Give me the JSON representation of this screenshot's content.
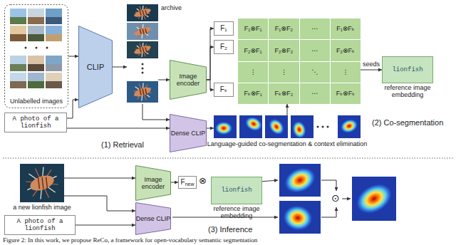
{
  "diagram": {
    "caption": "Figure 2: In this work, we propose ReCo, a framework for open-vocabulary semantic segmentation",
    "nodes": [
      {
        "text": [
          "Unlabelled images"
        ]
      },
      {
        "text": [
          "A photo of a lionfish"
        ]
      },
      {
        "text": [
          "CLIP"
        ]
      },
      {
        "text": [
          "archive"
        ]
      },
      {
        "text": [
          "Image encoder"
        ]
      },
      {
        "text": [
          "F₁"
        ]
      },
      {
        "text": [
          "F₂"
        ]
      },
      {
        "text": [
          "Fₖ"
        ]
      },
      {
        "text": [
          "F₁⊗F₁",
          "F₁⊗F₂",
          "⋯",
          "F₁⊗Fₖ",
          "F₂⊗F₁",
          "F₂⊗F₂",
          "⋯",
          "F₂⊗Fₖ",
          "⋮",
          "⋮",
          "⋱",
          "⋮",
          "Fₖ⊗F₁",
          "Fₖ⊗F₂",
          "⋯",
          "Fₖ⊗Fₖ"
        ]
      },
      {
        "text": [
          "lionfish",
          "reference image embedding"
        ]
      },
      {
        "text": [
          "Dense CLIP"
        ]
      },
      {
        "text": [
          "Language-guided co-segmentation & context elimination"
        ]
      },
      {
        "text": [
          "a new lionfish image"
        ]
      },
      {
        "text": [
          "A photo of a lionfish"
        ]
      },
      {
        "text": [
          "Image encoder"
        ]
      },
      {
        "text": [
          "F",
          "new"
        ]
      },
      {
        "text": [
          "lionfish",
          "reference image embedding"
        ]
      },
      {
        "text": [
          "Dense CLIP"
        ]
      }
    ],
    "edges": [
      {
        "from": 0,
        "to": 2,
        "arrow": "to"
      },
      {
        "from": 1,
        "to": 2,
        "arrow": "to"
      },
      {
        "from": 1,
        "to": 10,
        "arrow": "to"
      },
      {
        "from": 2,
        "to": 3,
        "arrow": "to"
      },
      {
        "from": 3,
        "to": 4,
        "arrow": "to"
      },
      {
        "from": 3,
        "to": 10,
        "arrow": "to"
      },
      {
        "from": 4,
        "to": 5,
        "arrow": "to"
      },
      {
        "from": 4,
        "to": 6,
        "arrow": "to"
      },
      {
        "from": 4,
        "to": 7,
        "arrow": "to"
      },
      {
        "from": 10,
        "to": 11,
        "arrow": "to"
      },
      {
        "from": 11,
        "to": 8,
        "arrow": "to"
      },
      {
        "from": 8,
        "to": 9,
        "label": "seeds",
        "arrow": "to"
      },
      {
        "from": 12,
        "to": 14,
        "arrow": "to"
      },
      {
        "from": 12,
        "to": 17,
        "arrow": "to"
      },
      {
        "from": 13,
        "to": 17,
        "arrow": "to"
      },
      {
        "from": 14,
        "to": 15,
        "arrow": "to"
      }
    ],
    "labels": [
      "(1) Retrieval",
      "(2) Co-segmentation",
      "(3) Inference",
      "⊗",
      "⊙"
    ]
  }
}
